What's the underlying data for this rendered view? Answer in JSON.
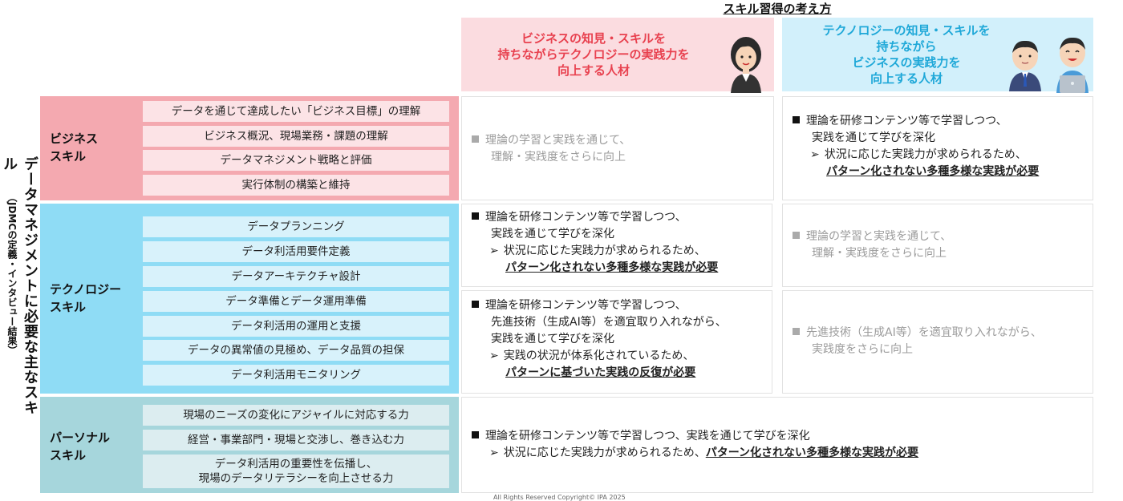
{
  "header": {
    "title": "スキル習得の考え方",
    "business_column": "ビジネスの知見・スキルを\n持ちながらテクノロジーの実践力を\n向上する人材",
    "technology_column": "テクノロジーの知見・スキルを\n持ちながら\nビジネスの実践力を\n向上する人材"
  },
  "side_label": {
    "main": "データマネジメントに必要な主なスキル",
    "sub": "（JDMCの定義・インタビュー結果）"
  },
  "categories": [
    {
      "label": "ビジネス\nスキル",
      "items": [
        "データを通じて達成したい「ビジネス目標」の理解",
        "ビジネス概況、現場業務・課題の理解",
        "データマネジメント戦略と評価",
        "実行体制の構築と維持"
      ]
    },
    {
      "label": "テクノロジー\nスキル",
      "items": [
        "データプランニング",
        "データ利活用要件定義",
        "データアーキテクチャ設計",
        "データ準備とデータ運用準備",
        "データ利活用の運用と支援",
        "データの異常値の見極め、データ品質の担保",
        "データ利活用モニタリング"
      ]
    },
    {
      "label": "パーソナル\nスキル",
      "items": [
        "現場のニーズの変化にアジャイルに対応する力",
        "経営・事業部門・現場と交渉し、巻き込む力",
        "データ利活用の重要性を伝播し、\n現場のデータリテラシーを向上させる力"
      ]
    }
  ],
  "cells": {
    "biz_biz": {
      "line1": "理論の学習と実践を通じて、",
      "line2": "理解・実践度をさらに向上"
    },
    "biz_tech": {
      "line1": "理論を研修コンテンツ等で学習しつつ、",
      "line2": "実践を通じて学びを深化",
      "sub": "状況に応じた実践力が求められるため、",
      "emph": "パターン化されない多種多様な実践が必要"
    },
    "tech1_biz": {
      "line1": "理論を研修コンテンツ等で学習しつつ、",
      "line2": "実践を通じて学びを深化",
      "sub": "状況に応じた実践力が求められるため、",
      "emph": "パターン化されない多種多様な実践が必要"
    },
    "tech1_tech": {
      "line1": "理論の学習と実践を通じて、",
      "line2": "理解・実践度をさらに向上"
    },
    "tech2_biz": {
      "line1": "理論を研修コンテンツ等で学習しつつ、",
      "line2": "先進技術（生成AI等）を適宜取り入れながら、",
      "line3": "実践を通じて学びを深化",
      "sub": "実践の状況が体系化されているため、",
      "emph": "パターンに基づいた実践の反復が必要"
    },
    "tech2_tech": {
      "line1": "先進技術（生成AI等）を適宜取り入れながら、",
      "line2": "実践度をさらに向上"
    },
    "pers": {
      "line1": "理論を研修コンテンツ等で学習しつつ、実践を通じて学びを深化",
      "sub": "状況に応じた実践力が求められるため、",
      "emph": "パターン化されない多種多様な実践が必要"
    }
  },
  "symbols": {
    "bullet": "■",
    "arrow": "➢"
  },
  "copyright": "All Rights Reserved Copyright© IPA 2025",
  "colors": {
    "business_accent": "#e8414f",
    "technology_accent": "#1fa8d8",
    "business_bg": "#f4a9b0",
    "technology_bg": "#8fdcf5",
    "personal_bg": "#a6d6dc"
  },
  "icons": [
    "woman-illustration-icon",
    "man-illustration-icon",
    "man-with-laptop-illustration-icon"
  ]
}
